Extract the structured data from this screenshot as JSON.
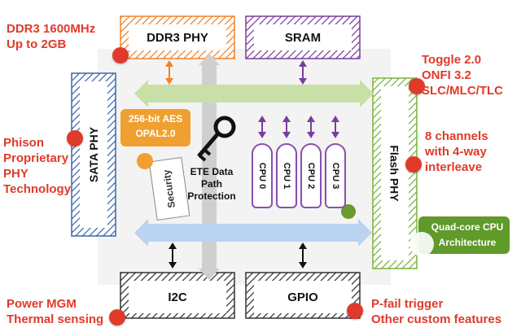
{
  "callouts": {
    "ddr3": [
      "DDR3 1600MHz",
      "Up to 2GB"
    ],
    "phison": [
      "Phison",
      "Proprietary",
      "PHY",
      "Technology"
    ],
    "power": [
      "Power MGM",
      "Thermal sensing"
    ],
    "toggle": [
      "Toggle 2.0",
      "ONFI 3.2",
      "SLC/MLC/TLC"
    ],
    "channels": [
      "8 channels",
      "with 4-way",
      "interleave"
    ],
    "pfail": [
      "P-fail trigger",
      "Other custom features"
    ]
  },
  "blocks": {
    "ddr3_phy": "DDR3 PHY",
    "sram": "SRAM",
    "sata_phy": "SATA PHY",
    "flash_phy": "Flash PHY",
    "i2c": "I2C",
    "gpio": "GPIO",
    "aes": [
      "256-bit AES",
      "OPAL2.0"
    ],
    "security": "Security",
    "ete": [
      "ETE Data",
      "Path",
      "Protection"
    ],
    "cpus": [
      "CPU 0",
      "CPU 1",
      "CPU 2",
      "CPU 3"
    ],
    "quad_core": [
      "Quad-core CPU",
      "Architecture"
    ]
  },
  "colors": {
    "callout_red": "#e03a2a",
    "ddr3_orange": "#f0822a",
    "sram_purple": "#7a3d9a",
    "sata_blue": "#3b66b0",
    "flash_green": "#7bb23a",
    "bus_green": "#c8e0a8",
    "bus_blue": "#b9d3f0",
    "aes_orange": "#f0a030"
  }
}
